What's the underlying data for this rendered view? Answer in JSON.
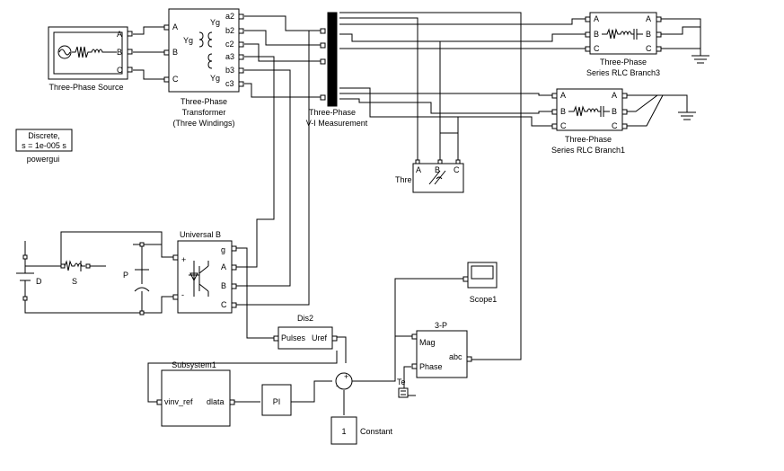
{
  "blocks": {
    "source": {
      "label": "Three-Phase Source",
      "ports": [
        "A",
        "B",
        "C"
      ]
    },
    "transformer": {
      "label_line1": "Three-Phase",
      "label_line2": "Transformer",
      "label_line3": "(Three Windings)",
      "in_ports": [
        "A",
        "B",
        "C"
      ],
      "out_ports": [
        "a2",
        "b2",
        "c2",
        "a3",
        "b3",
        "c3"
      ],
      "sym_yg_top": "Yg",
      "sym_yg_left": "Yg",
      "sym_yg_bottom": "Yg"
    },
    "vi_measurement": {
      "label_line1": "Three-Phase",
      "label_line2": "V-I Measurement"
    },
    "rlc3": {
      "label_line1": "Three-Phase",
      "label_line2": "Series RLC Branch3",
      "ports": [
        "A",
        "B",
        "C"
      ]
    },
    "rlc1": {
      "label_line1": "Three-Phase",
      "label_line2": "Series RLC Branch1",
      "ports": [
        "A",
        "B",
        "C"
      ]
    },
    "powergui": {
      "line1": "Discrete,",
      "line2": "s = 1e-005 s",
      "label": "powergui"
    },
    "thre": {
      "label": "Thre",
      "ports": [
        "A",
        "B",
        "C"
      ]
    },
    "universal_bridge": {
      "label": "Universal B",
      "ports": [
        "g",
        "A",
        "B",
        "C"
      ],
      "plus": "+",
      "minus": "-"
    },
    "dc_source": {
      "label": "D"
    },
    "switch": {
      "label": "S"
    },
    "capacitor": {
      "label": "P"
    },
    "scope1": {
      "label": "Scope1"
    },
    "dis2": {
      "label": "Dis2",
      "in_port": "Uref",
      "out_port": "Pulses"
    },
    "three_p": {
      "label": "3-P",
      "in_ports": [
        "Mag",
        "Phase"
      ],
      "out_port": "abc"
    },
    "subsystem1": {
      "label": "Subsystem1",
      "in_port": "vinv_ref",
      "out_port": "dlata"
    },
    "pi": {
      "label": "PI"
    },
    "sum": {
      "plus_top": "+",
      "minus_right": "-"
    },
    "te": {
      "label": "Te"
    },
    "constant": {
      "value": "1",
      "label": "Constant"
    }
  }
}
